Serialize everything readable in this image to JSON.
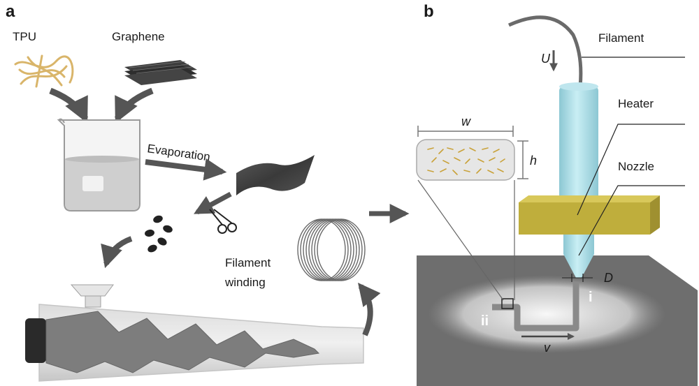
{
  "panels": {
    "a": "a",
    "b": "b"
  },
  "panel_a": {
    "tpu": "TPU",
    "graphene": "Graphene",
    "evaporation": "Evaporation",
    "filament_winding_line1": "Filament",
    "filament_winding_line2": "winding"
  },
  "panel_b": {
    "filament": "Filament",
    "heater": "Heater",
    "nozzle": "Nozzle",
    "u": "U",
    "w": "w",
    "h": "h",
    "d": "D",
    "v": "v",
    "i": "i",
    "ii": "ii"
  },
  "colors": {
    "arrow_gray": "#555555",
    "nozzle_blue": "#a9dce6",
    "heater_yellow": "#c8b844",
    "plate_gray": "#6e6e6e",
    "fiber_gold": "#c9a23a"
  }
}
